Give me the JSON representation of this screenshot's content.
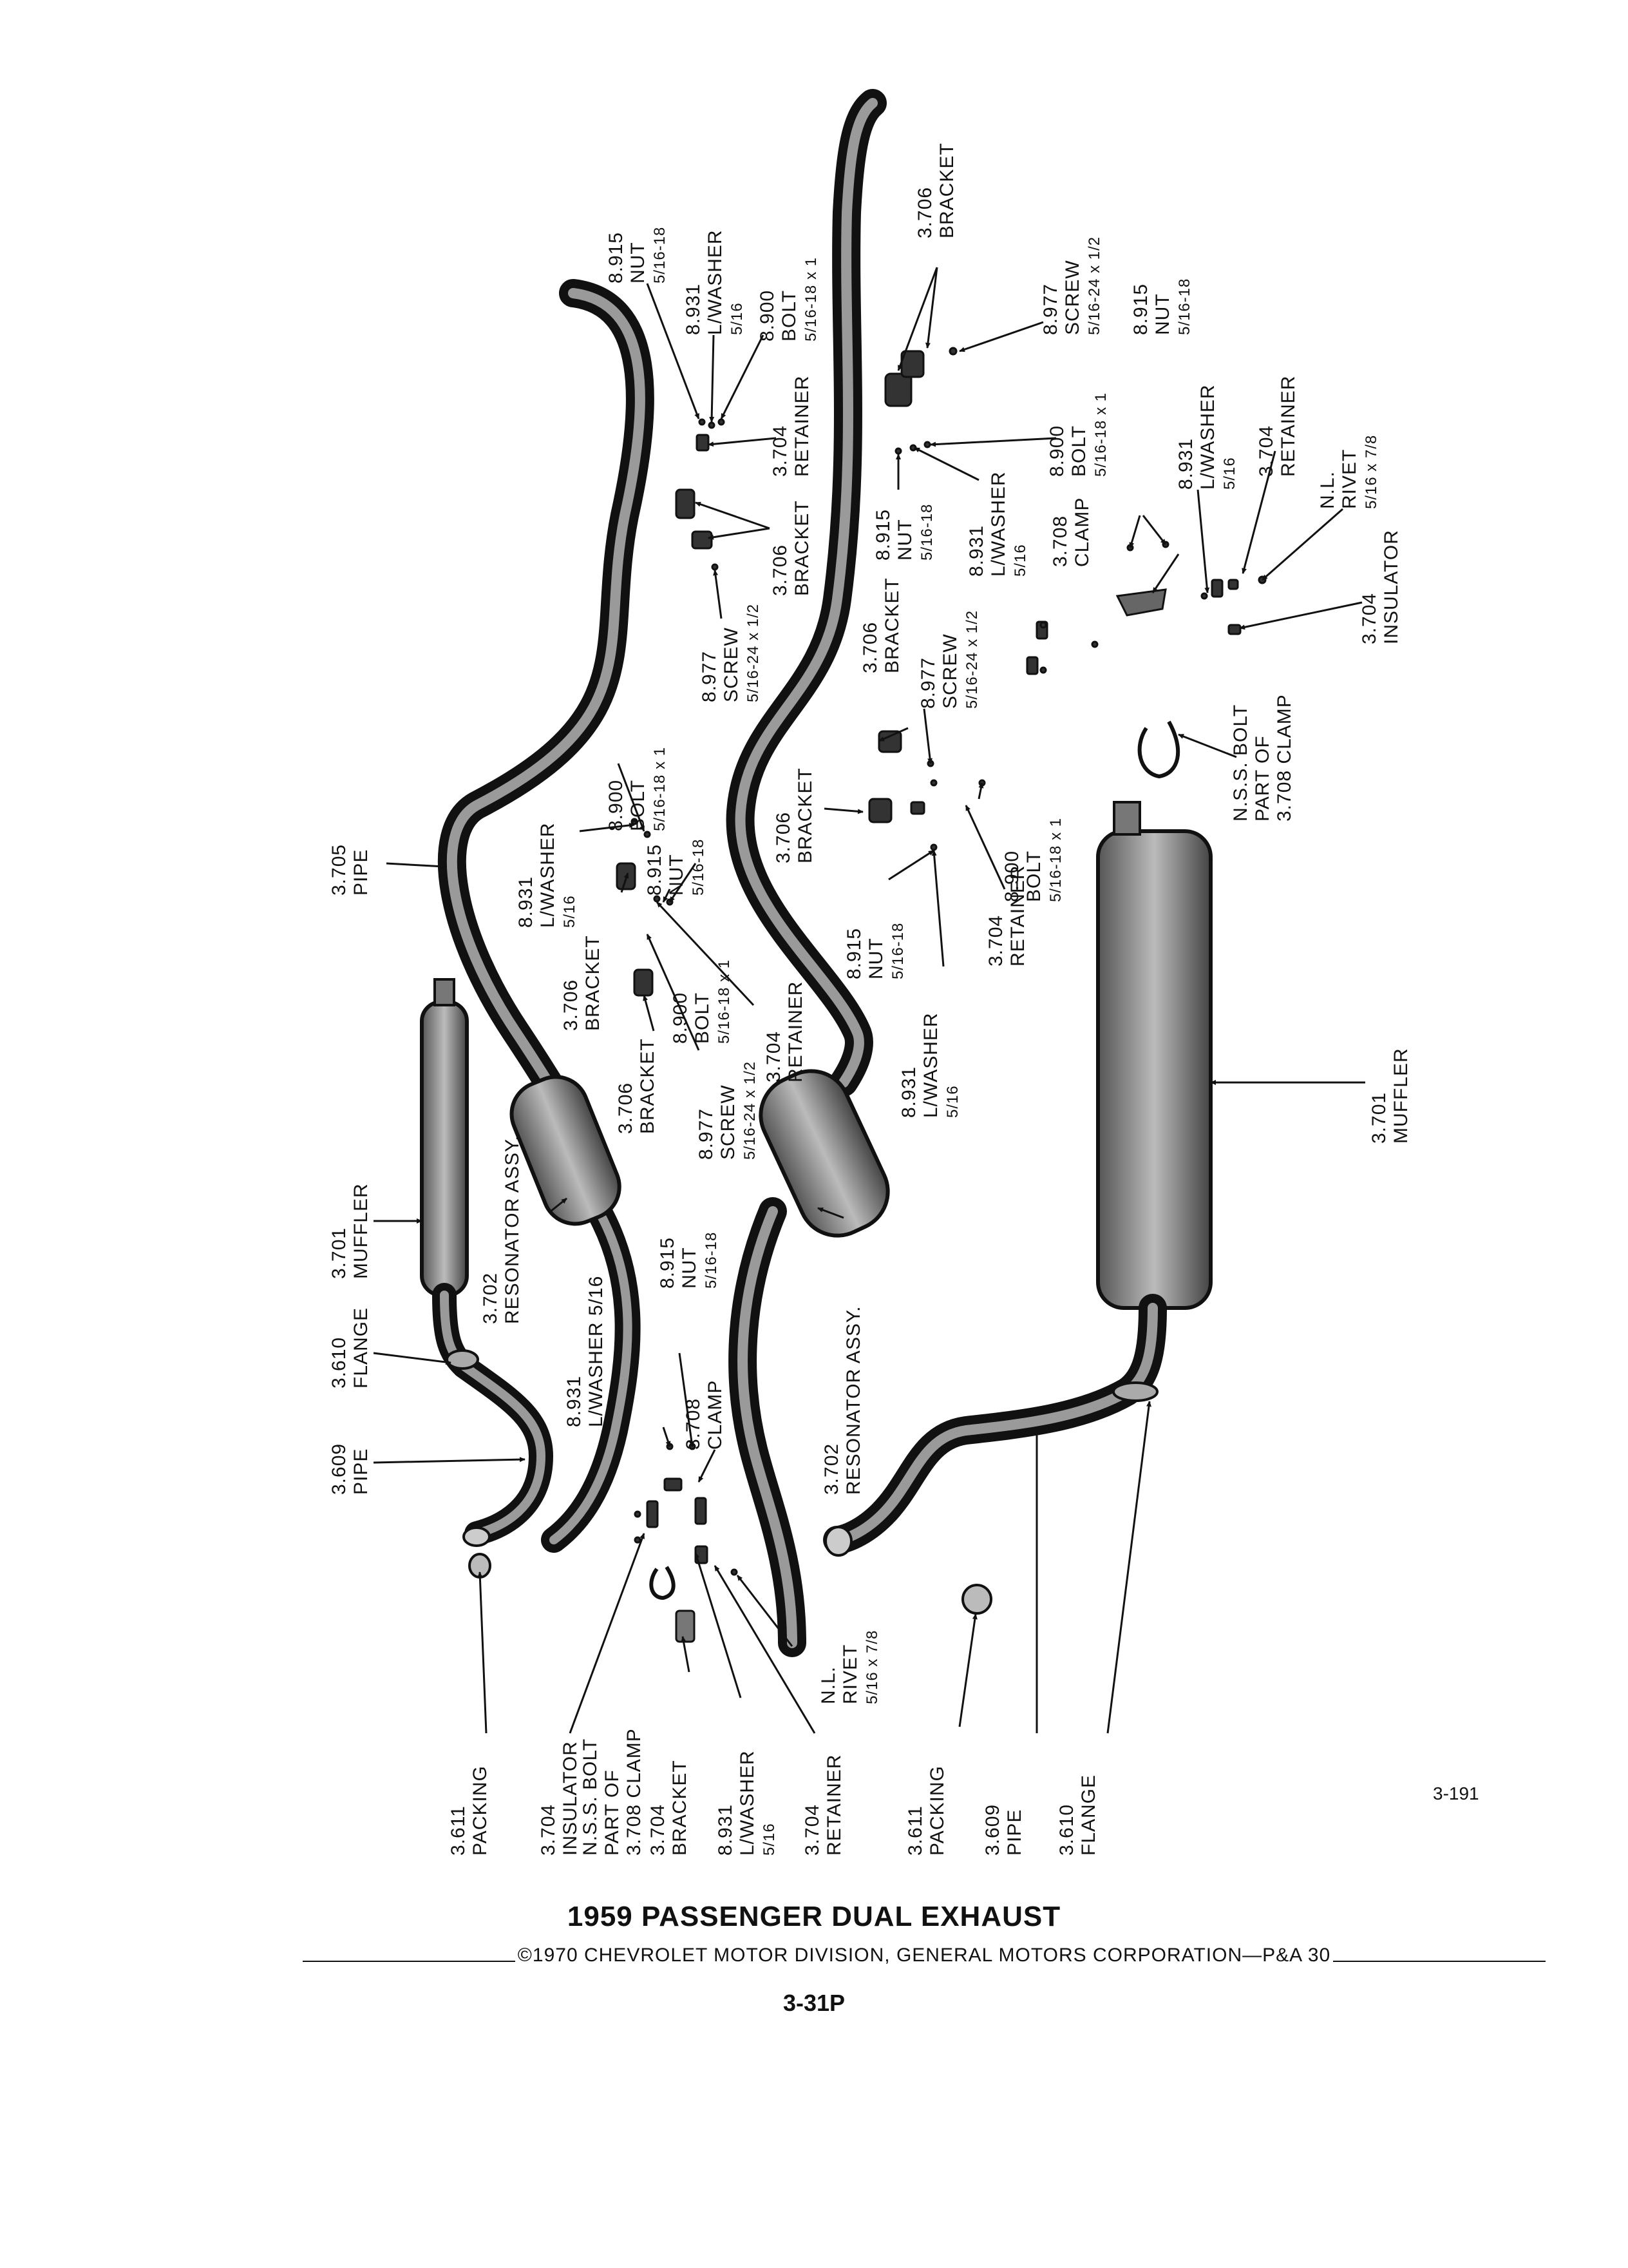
{
  "labels": {
    "l01": [
      "8.915",
      "NUT",
      "5/16-18"
    ],
    "l02": [
      "8.931",
      "L/WASHER",
      "5/16"
    ],
    "l03": [
      "8.900",
      "BOLT",
      "5/16-18 x 1"
    ],
    "l04": [
      "3.706",
      "BRACKET"
    ],
    "l05": [
      "8.977",
      "SCREW",
      "5/16-24 x 1/2"
    ],
    "l06": [
      "8.915",
      "NUT",
      "5/16-18"
    ],
    "l07": [
      "3.704",
      "RETAINER"
    ],
    "l08": [
      "3.706",
      "BRACKET"
    ],
    "l09": [
      "8.977",
      "SCREW",
      "5/16-24 x 1/2"
    ],
    "l10": [
      "8.900",
      "BOLT",
      "5/16-18 x 1"
    ],
    "l11": [
      "8.931",
      "L/WASHER",
      "5/16"
    ],
    "l12": [
      "8.915",
      "NUT",
      "5/16-18"
    ],
    "l13": [
      "3.708",
      "CLAMP"
    ],
    "l14": [
      "8.931",
      "L/WASHER",
      "5/16"
    ],
    "l15": [
      "3.704",
      "RETAINER"
    ],
    "l16": [
      "N.L.",
      "RIVET",
      "5/16 x 7/8"
    ],
    "l17": [
      "3.704",
      "INSULATOR"
    ],
    "l18": [
      "3.706",
      "BRACKET"
    ],
    "l19": [
      "8.977",
      "SCREW",
      "5/16-24 x 1/2"
    ],
    "l20": [
      "N.S.S. BOLT",
      "PART OF",
      "3.708 CLAMP"
    ],
    "l21": [
      "8.900",
      "BOLT",
      "5/16-18 x 1"
    ],
    "l22": [
      "3.706",
      "BRACKET"
    ],
    "l23": [
      "8.915",
      "NUT",
      "5/16-18"
    ],
    "l24": [
      "3.704",
      "RETAINER"
    ],
    "l25": [
      "8.931",
      "L/WASHER",
      "5/16"
    ],
    "l26": [
      "8.900",
      "BOLT",
      "5/16-18 x 1"
    ],
    "l27": [
      "8.931",
      "L/WASHER",
      "5/16"
    ],
    "l28": [
      "8.915",
      "NUT",
      "5/16-18"
    ],
    "l29": [
      "3.705",
      "PIPE"
    ],
    "l30": [
      "3.706",
      "BRACKET"
    ],
    "l31": [
      "8.900",
      "BOLT",
      "5/16-18 x 1"
    ],
    "l32": [
      "3.706",
      "BRACKET"
    ],
    "l33": [
      "8.977",
      "SCREW",
      "5/16-24 x 1/2"
    ],
    "l34": [
      "3.704",
      "RETAINER"
    ],
    "l35": [
      "3.701",
      "MUFFLER"
    ],
    "l36": [
      "3.701",
      "MUFFLER"
    ],
    "l37": [
      "3.702",
      "RESONATOR ASSY."
    ],
    "l38": [
      "3.610",
      "FLANGE"
    ],
    "l39": [
      "8.931",
      "L/WASHER 5/16"
    ],
    "l40": [
      "8.915",
      "NUT",
      "5/16-18"
    ],
    "l41": [
      "3.708",
      "CLAMP"
    ],
    "l42": [
      "3.702",
      "RESONATOR ASSY."
    ],
    "l43": [
      "3.609",
      "PIPE"
    ],
    "l44": [
      "N.L.",
      "RIVET",
      "5/16 x 7/8"
    ],
    "l45": [
      "3.611",
      "PACKING"
    ],
    "l46": [
      "3.704",
      "INSULATOR"
    ],
    "l47": [
      "N.S.S. BOLT",
      "PART OF",
      "3.708 CLAMP"
    ],
    "l48": [
      "3.704",
      "BRACKET"
    ],
    "l49": [
      "8.931",
      "L/WASHER",
      "5/16"
    ],
    "l50": [
      "3.704",
      "RETAINER"
    ],
    "l51": [
      "3.611",
      "PACKING"
    ],
    "l52": [
      "3.609",
      "PIPE"
    ],
    "l53": [
      "3.610",
      "FLANGE"
    ]
  },
  "figure_number": "3-191",
  "title": "1959 PASSENGER DUAL EXHAUST",
  "copyright": "©1970 CHEVROLET MOTOR DIVISION, GENERAL MOTORS CORPORATION—P&A 30",
  "page_number": "3-31P"
}
